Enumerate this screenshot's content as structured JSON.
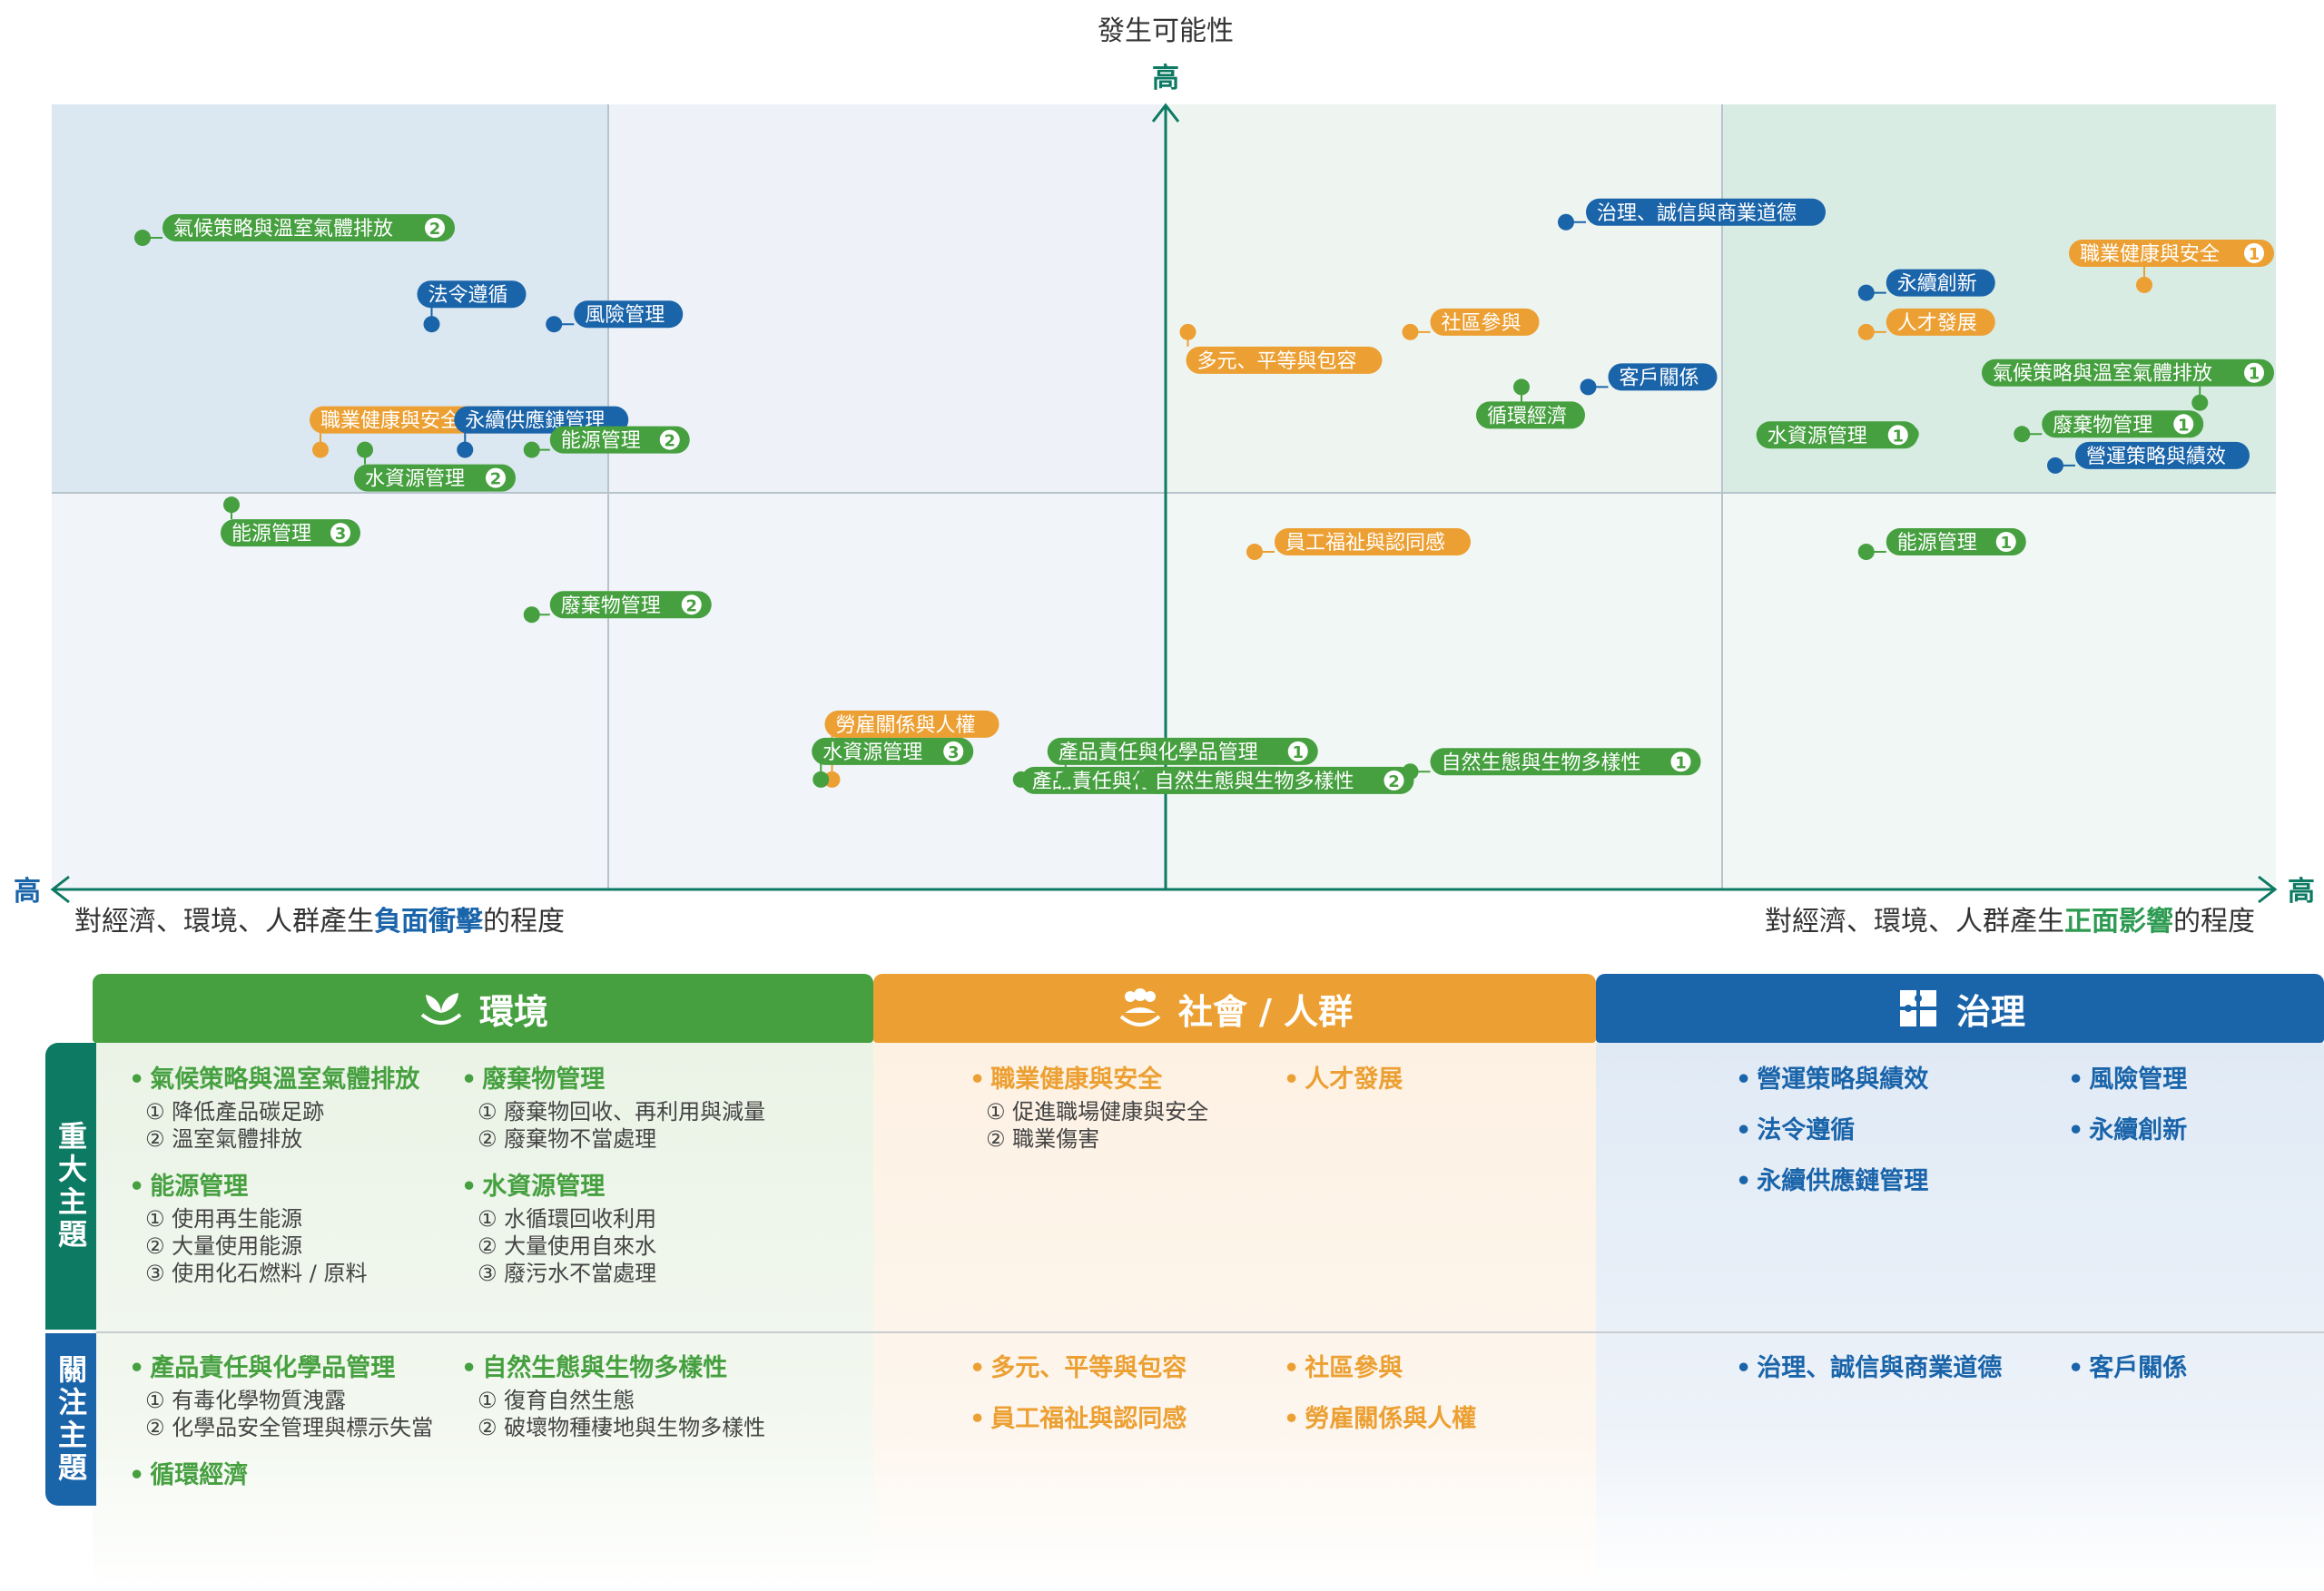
{
  "axes": {
    "y_label": "發生可能性",
    "y_high": "高",
    "x_high_left": "高",
    "x_high_right": "高",
    "x_left_pre": "對經濟、環境、人群產生",
    "x_left_em": "負面衝擊",
    "x_left_post": "的程度",
    "x_right_pre": "對經濟、環境、人群產生",
    "x_right_em": "正面影響",
    "x_right_post": "的程度"
  },
  "colors": {
    "env": "#46a040",
    "soc": "#eca033",
    "gov": "#1a64aa",
    "axis": "#0d7a63",
    "neg": "#1a64aa",
    "pos": "#2d9b52"
  },
  "chart_data": {
    "type": "scatter",
    "points": [
      {
        "label": "氣候策略與溫室氣體排放",
        "badge": "2",
        "cat": "env",
        "side": "neg",
        "impact": 0.92,
        "likelihood": 0.83
      },
      {
        "label": "法令遵循",
        "badge": "",
        "cat": "gov",
        "side": "neg",
        "impact": 0.66,
        "likelihood": 0.72
      },
      {
        "label": "風險管理",
        "badge": "",
        "cat": "gov",
        "side": "neg",
        "impact": 0.55,
        "likelihood": 0.72
      },
      {
        "label": "職業健康與安全",
        "badge": "2",
        "cat": "soc",
        "side": "neg",
        "impact": 0.76,
        "likelihood": 0.56
      },
      {
        "label": "永續供應鏈管理",
        "badge": "",
        "cat": "gov",
        "side": "neg",
        "impact": 0.63,
        "likelihood": 0.56
      },
      {
        "label": "能源管理",
        "badge": "2",
        "cat": "env",
        "side": "neg",
        "impact": 0.57,
        "likelihood": 0.56
      },
      {
        "label": "水資源管理",
        "badge": "2",
        "cat": "env",
        "side": "neg",
        "impact": 0.72,
        "likelihood": 0.56
      },
      {
        "label": "能源管理",
        "badge": "3",
        "cat": "env",
        "side": "neg",
        "impact": 0.84,
        "likelihood": 0.49
      },
      {
        "label": "廢棄物管理",
        "badge": "2",
        "cat": "env",
        "side": "neg",
        "impact": 0.57,
        "likelihood": 0.35
      },
      {
        "label": "勞雇關係與人權",
        "badge": "",
        "cat": "soc",
        "side": "neg",
        "impact": 0.3,
        "likelihood": 0.14
      },
      {
        "label": "水資源管理",
        "badge": "3",
        "cat": "env",
        "side": "neg",
        "impact": 0.31,
        "likelihood": 0.14
      },
      {
        "label": "產品責任與化學品管理",
        "badge": "2",
        "cat": "env",
        "side": "neg",
        "impact": 0.13,
        "likelihood": 0.14
      },
      {
        "label": "產品責任與化學品管理",
        "badge": "1",
        "cat": "env",
        "side": "pos",
        "impact": -0.09,
        "likelihood": 0.14
      },
      {
        "label": "自然生態與生物多樣性",
        "badge": "2",
        "cat": "env",
        "side": "neg",
        "impact": 0.02,
        "likelihood": 0.14
      },
      {
        "label": "治理、誠信與商業道德",
        "badge": "",
        "cat": "gov",
        "side": "pos",
        "impact": 0.36,
        "likelihood": 0.85
      },
      {
        "label": "職業健康與安全",
        "badge": "1",
        "cat": "soc",
        "side": "pos",
        "impact": 0.88,
        "likelihood": 0.77
      },
      {
        "label": "永續創新",
        "badge": "",
        "cat": "gov",
        "side": "pos",
        "impact": 0.63,
        "likelihood": 0.76
      },
      {
        "label": "人才發展",
        "badge": "",
        "cat": "soc",
        "side": "pos",
        "impact": 0.63,
        "likelihood": 0.71
      },
      {
        "label": "社區參與",
        "badge": "",
        "cat": "soc",
        "side": "pos",
        "impact": 0.22,
        "likelihood": 0.71
      },
      {
        "label": "多元、平等與包容",
        "badge": "",
        "cat": "soc",
        "side": "pos",
        "impact": 0.02,
        "likelihood": 0.71
      },
      {
        "label": "循環經濟",
        "badge": "",
        "cat": "env",
        "side": "pos",
        "impact": 0.32,
        "likelihood": 0.64
      },
      {
        "label": "客戶關係",
        "badge": "",
        "cat": "gov",
        "side": "pos",
        "impact": 0.38,
        "likelihood": 0.64
      },
      {
        "label": "氣候策略與溫室氣體排放",
        "badge": "1",
        "cat": "env",
        "side": "pos",
        "impact": 0.93,
        "likelihood": 0.62
      },
      {
        "label": "水資源管理",
        "badge": "1",
        "cat": "env",
        "side": "pos",
        "impact": 0.67,
        "likelihood": 0.58
      },
      {
        "label": "廢棄物管理",
        "badge": "1",
        "cat": "env",
        "side": "pos",
        "impact": 0.77,
        "likelihood": 0.58
      },
      {
        "label": "營運策略與績效",
        "badge": "",
        "cat": "gov",
        "side": "pos",
        "impact": 0.8,
        "likelihood": 0.54
      },
      {
        "label": "員工福祉與認同感",
        "badge": "",
        "cat": "soc",
        "side": "pos",
        "impact": 0.08,
        "likelihood": 0.43
      },
      {
        "label": "能源管理",
        "badge": "1",
        "cat": "env",
        "side": "pos",
        "impact": 0.63,
        "likelihood": 0.43
      },
      {
        "label": "自然生態與生物多樣性",
        "badge": "1",
        "cat": "env",
        "side": "pos",
        "impact": 0.22,
        "likelihood": 0.15
      }
    ]
  },
  "legend": {
    "env": {
      "title": "環境",
      "major": [
        {
          "name": "氣候策略與溫室氣體排放",
          "subs": [
            "① 降低產品碳足跡",
            "② 溫室氣體排放"
          ]
        },
        {
          "name": "廢棄物管理",
          "subs": [
            "① 廢棄物回收、再利用與減量",
            "② 廢棄物不當處理"
          ]
        },
        {
          "name": "能源管理",
          "subs": [
            "① 使用再生能源",
            "② 大量使用能源",
            "③ 使用化石燃料 / 原料"
          ]
        },
        {
          "name": "水資源管理",
          "subs": [
            "① 水循環回收利用",
            "② 大量使用自來水",
            "③ 廢污水不當處理"
          ]
        }
      ],
      "watch": [
        {
          "name": "產品責任與化學品管理",
          "subs": [
            "① 有毒化學物質洩露",
            "② 化學品安全管理與標示失當"
          ]
        },
        {
          "name": "自然生態與生物多樣性",
          "subs": [
            "① 復育自然生態",
            "② 破壞物種棲地與生物多樣性"
          ]
        },
        {
          "name": "循環經濟",
          "subs": []
        }
      ]
    },
    "soc": {
      "title": "社會 / 人群",
      "major": [
        {
          "name": "職業健康與安全",
          "subs": [
            "① 促進職場健康與安全",
            "② 職業傷害"
          ]
        },
        {
          "name": "人才發展",
          "subs": []
        }
      ],
      "watch": [
        {
          "name": "多元、平等與包容",
          "subs": []
        },
        {
          "name": "社區參與",
          "subs": []
        },
        {
          "name": "員工福祉與認同感",
          "subs": []
        },
        {
          "name": "勞雇關係與人權",
          "subs": []
        }
      ]
    },
    "gov": {
      "title": "治理",
      "major": [
        {
          "name": "營運策略與績效",
          "subs": []
        },
        {
          "name": "風險管理",
          "subs": []
        },
        {
          "name": "法令遵循",
          "subs": []
        },
        {
          "name": "永續創新",
          "subs": []
        },
        {
          "name": "永續供應鏈管理",
          "subs": []
        }
      ],
      "watch": [
        {
          "name": "治理、誠信與商業道德",
          "subs": []
        },
        {
          "name": "客戶關係",
          "subs": []
        }
      ]
    },
    "rows": {
      "major": "重大主題",
      "watch": "關注主題"
    }
  }
}
